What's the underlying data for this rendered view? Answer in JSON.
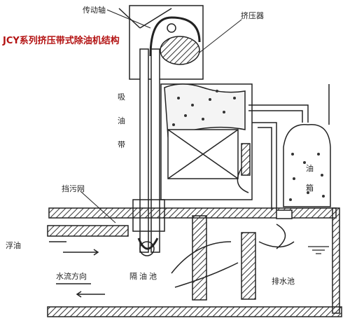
{
  "title": "JCY系列挤压带式除油机结构",
  "labels": {
    "drive_shaft": "传动轴",
    "squeeze_device": "挤压器",
    "oil_absorbing_belt": "吸油带",
    "dirt_barrier": "挡污网",
    "oil_tank": "油箱",
    "floating_oil": "浮油",
    "water_flow_direction": "水流方向",
    "oil_separation_pit": "隔油池",
    "drain_channel": "排水池"
  }
}
